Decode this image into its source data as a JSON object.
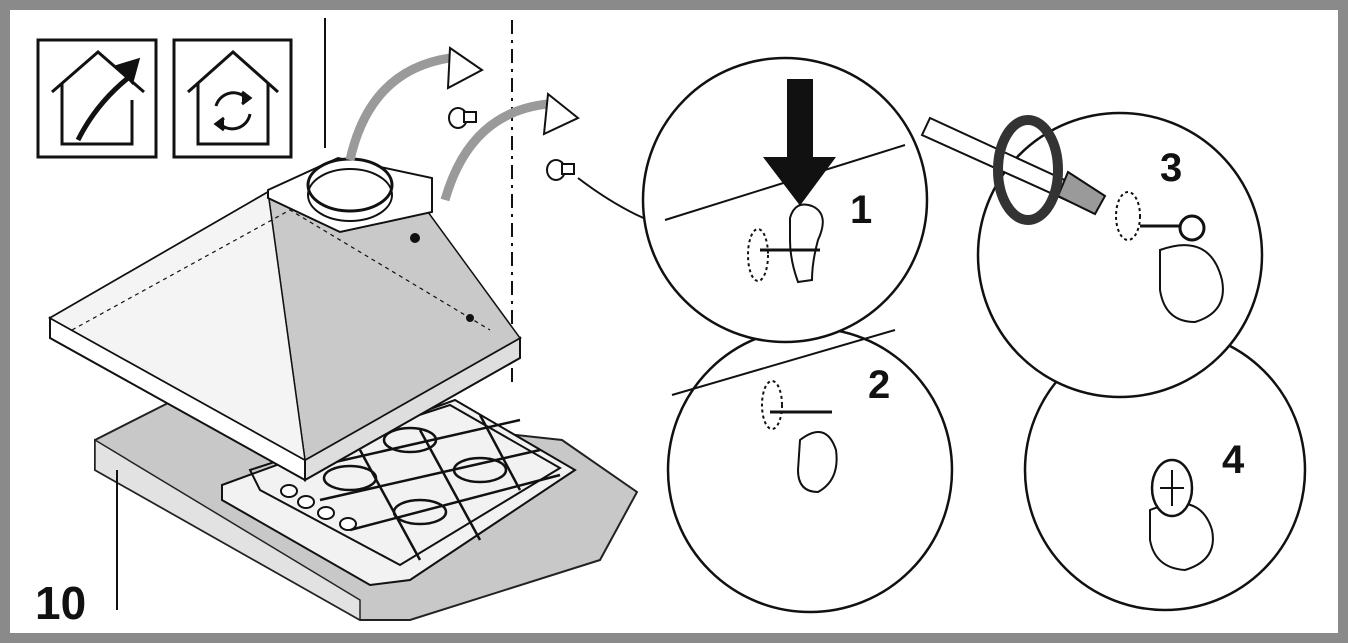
{
  "steps": {
    "s1": "1",
    "s2": "2",
    "s3": "3",
    "s4": "4"
  },
  "page_number": "10",
  "icons": [
    "ducted-exhaust-mode-icon",
    "recirculation-mode-icon"
  ]
}
